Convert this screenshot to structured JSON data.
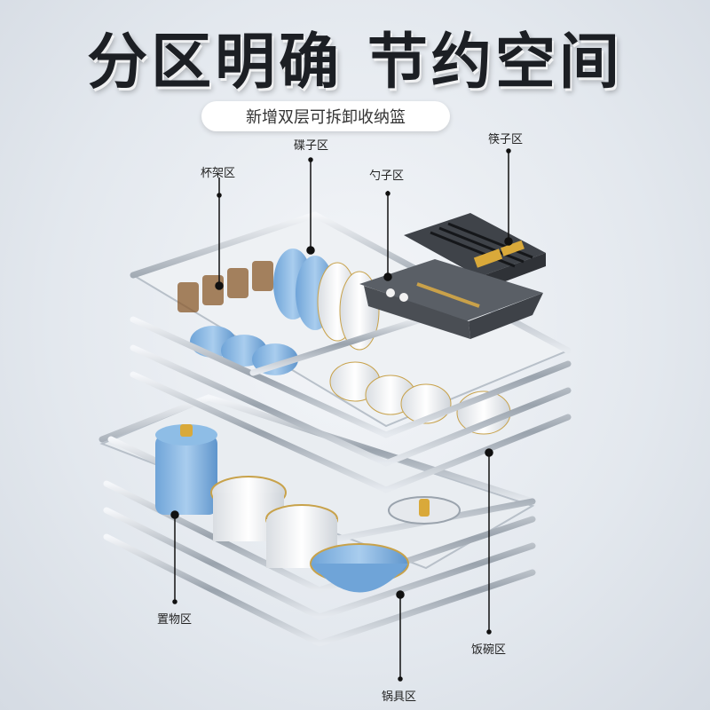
{
  "headline": "分区明确 节约空间",
  "subtitle": "新增双层可拆卸收纳篮",
  "callouts": {
    "cup_rack": "杯架区",
    "plate": "碟子区",
    "spoon": "勺子区",
    "chopsticks": "筷子区",
    "storage": "置物区",
    "bowl": "饭碗区",
    "pot": "锅具区"
  }
}
